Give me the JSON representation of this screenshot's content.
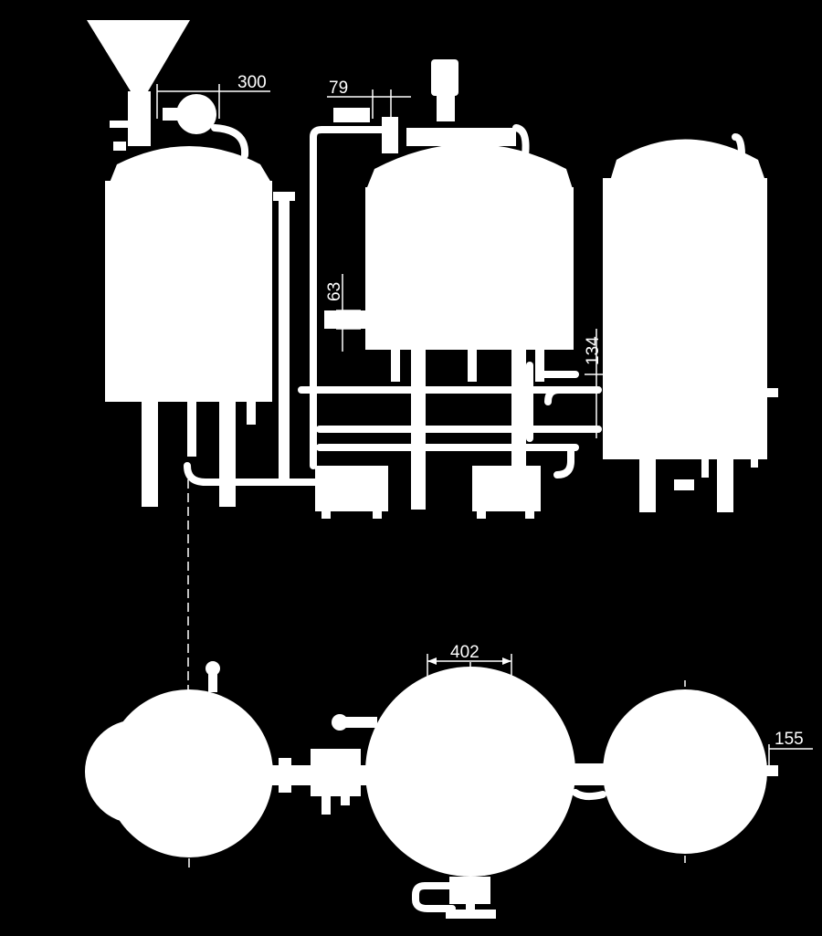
{
  "dimensions": {
    "d300": "300",
    "d79": "79",
    "d63": "63",
    "d134": "134",
    "d402": "402",
    "d155": "155"
  },
  "colors": {
    "background": "#000000",
    "linework": "#ffffff"
  }
}
